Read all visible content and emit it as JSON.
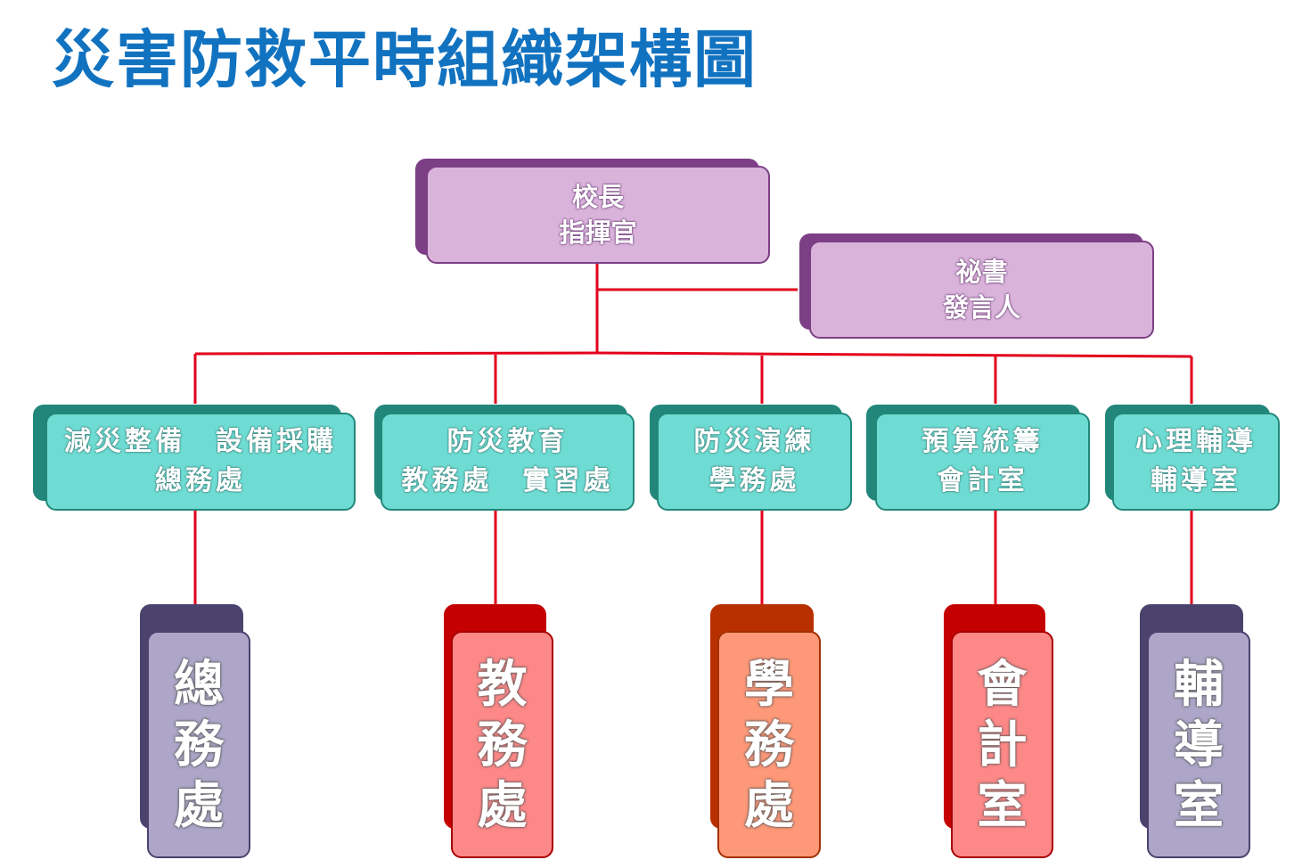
{
  "title": "災害防救平時組織架構圖",
  "leader": {
    "line1": "校長",
    "line2": "指揮官"
  },
  "secretary": {
    "line1": "祕書",
    "line2": "發言人"
  },
  "functions": [
    {
      "line1": "減災整備　設備採購",
      "line2": "總務處"
    },
    {
      "line1": "防災教育",
      "line2": "教務處　實習處"
    },
    {
      "line1": "防災演練",
      "line2": "學務處"
    },
    {
      "line1": "預算統籌",
      "line2": "會計室"
    },
    {
      "line1": "心理輔導",
      "line2": "輔導室"
    }
  ],
  "departments": [
    {
      "chars": [
        "總",
        "務",
        "處"
      ],
      "color": "gray"
    },
    {
      "chars": [
        "教",
        "務",
        "處"
      ],
      "color": "red"
    },
    {
      "chars": [
        "學",
        "務",
        "處"
      ],
      "color": "orange"
    },
    {
      "chars": [
        "會",
        "計",
        "室"
      ],
      "color": "red"
    },
    {
      "chars": [
        "輔",
        "導",
        "室"
      ],
      "color": "gray"
    }
  ],
  "colors": {
    "title": "#1172c0",
    "connector": "#e3001b",
    "top_box": "#d9b3da",
    "function_box": "#6fdcd3",
    "dept_gray": "#ada6c8",
    "dept_red": "#fd8888",
    "dept_orange": "#fd9878"
  }
}
